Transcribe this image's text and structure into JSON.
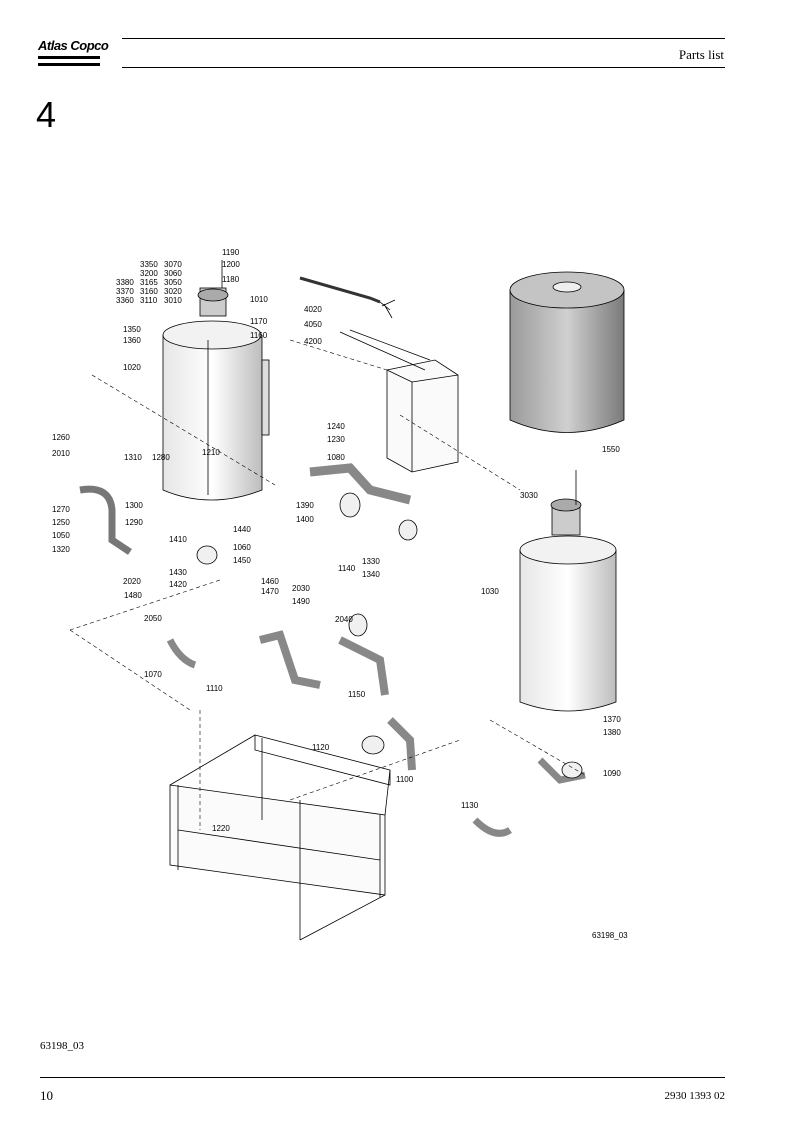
{
  "brand": {
    "logo_text": "Atlas Copco"
  },
  "header": {
    "title": "Parts list"
  },
  "section": {
    "number": "4"
  },
  "drawing": {
    "figure_id": "63198_03",
    "callouts": [
      "1190",
      "1200",
      "1180",
      "1010",
      "1170",
      "1160",
      "1350",
      "1360",
      "1020",
      "3350",
      "3070",
      "3200",
      "3060",
      "3380",
      "3165",
      "3050",
      "3370",
      "3160",
      "3020",
      "3360",
      "3110",
      "3010",
      "4020",
      "4050",
      "4200",
      "1550",
      "1260",
      "2010",
      "1310",
      "1280",
      "1210",
      "1270",
      "1250",
      "1050",
      "1320",
      "1300",
      "1290",
      "2020",
      "1240",
      "1230",
      "1080",
      "1390",
      "1400",
      "1410",
      "1440",
      "1060",
      "1450",
      "1430",
      "1420",
      "1460",
      "1470",
      "1480",
      "2050",
      "1070",
      "2030",
      "1490",
      "1140",
      "1330",
      "1340",
      "2040",
      "1110",
      "1150",
      "1100",
      "1120",
      "1220",
      "1030",
      "1370",
      "1380",
      "1090",
      "1130",
      "3030"
    ]
  },
  "footer": {
    "figure_ref": "63198_03",
    "page_number": "10",
    "doc_number": "2930 1393 02"
  }
}
